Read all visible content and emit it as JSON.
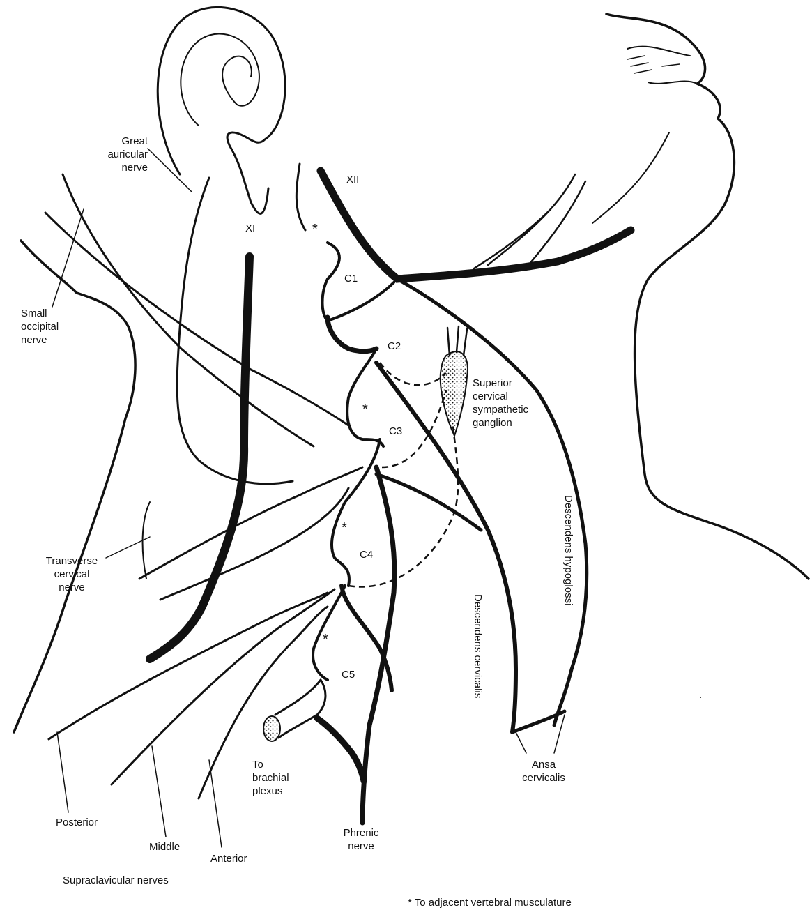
{
  "labels": {
    "great_auricular": "Great\nauricular\nnerve",
    "small_occipital": "Small\noccipital\nnerve",
    "transverse_cervical": "Transverse\ncervical\nnerve",
    "xii": "XII",
    "xi": "XI",
    "c1": "C1",
    "c2": "C2",
    "c3": "C3",
    "c4": "C4",
    "c5": "C5",
    "superior_ganglion": "Superior\ncervical\nsympathetic\nganglion",
    "descendens_hypoglossi": "Descendens\nhypoglossi",
    "descendens_cervicalis": "Descendens\ncervicalis",
    "ansa_cervicalis": "Ansa\ncervicalis",
    "to_brachial_plexus": "To\nbrachial\nplexus",
    "phrenic_nerve": "Phrenic\nnerve",
    "posterior": "Posterior",
    "middle": "Middle",
    "anterior": "Anterior",
    "supraclavicular": "Supraclavicular nerves",
    "asterisk": "*",
    "footnote": "* To adjacent vertebral musculature"
  }
}
